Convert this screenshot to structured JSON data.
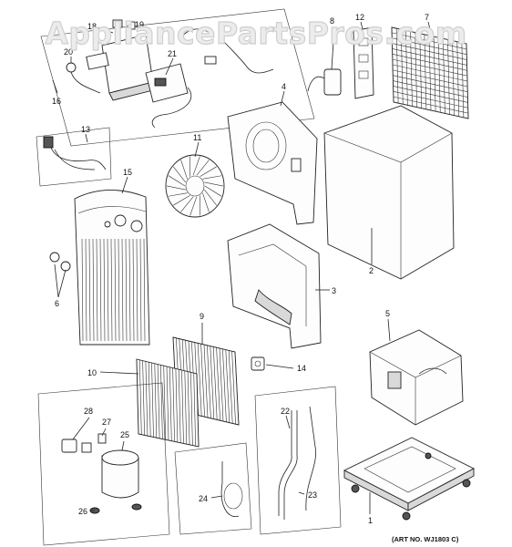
{
  "watermark": "AppliancePartsPros.com",
  "art_number": "(ART NO. WJ1803 C)",
  "callouts": {
    "c1": "1",
    "c2": "2",
    "c3": "3",
    "c4": "4",
    "c5": "5",
    "c6": "6",
    "c7": "7",
    "c8": "8",
    "c9": "9",
    "c10": "10",
    "c11": "11",
    "c12": "12",
    "c13": "13",
    "c14": "14",
    "c15": "15",
    "c16": "16",
    "c18": "18",
    "c19": "19",
    "c20": "20",
    "c21": "21",
    "c22": "22",
    "c23": "23",
    "c24": "24",
    "c25": "25",
    "c26": "26",
    "c27": "27",
    "c28": "28"
  }
}
